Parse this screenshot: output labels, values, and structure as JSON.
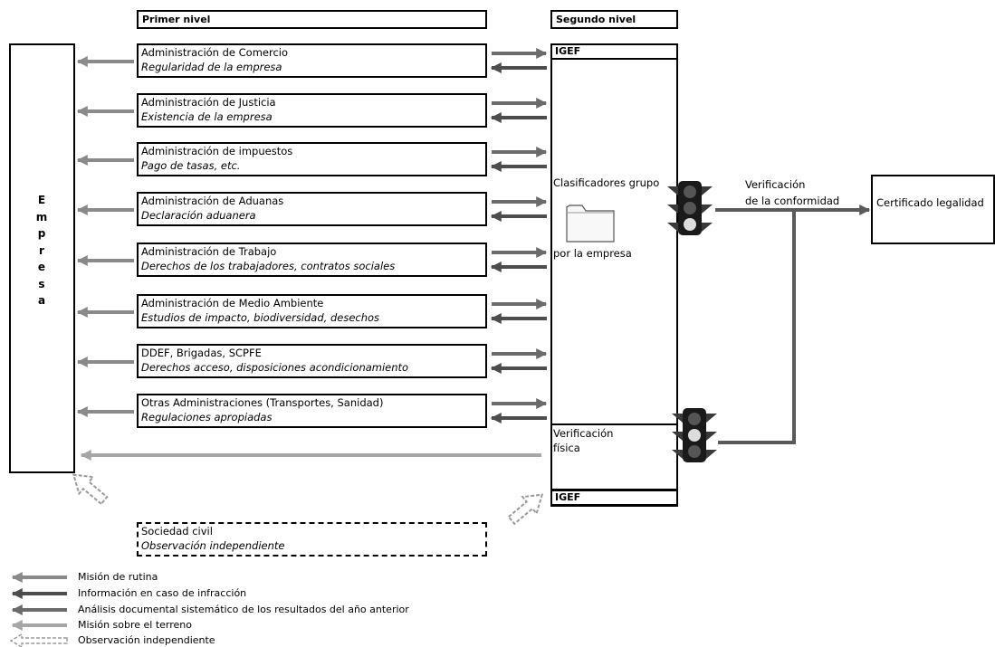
{
  "headers": {
    "primer": "Primer nivel",
    "segundo": "Segundo nivel"
  },
  "empresa_letters": [
    "E",
    "m",
    "p",
    "r",
    "e",
    "s",
    "a"
  ],
  "administrations": [
    {
      "title": "Administración de Comercio",
      "subtitle": "Regularidad de la empresa"
    },
    {
      "title": "Administración de Justicia",
      "subtitle": "Existencia de la empresa"
    },
    {
      "title": "Administración de impuestos",
      "subtitle": "Pago de tasas, etc."
    },
    {
      "title": "Administración de Aduanas",
      "subtitle": "Declaración aduanera"
    },
    {
      "title": "Administración de Trabajo",
      "subtitle": "Derechos de los trabajadores, contratos sociales"
    },
    {
      "title": "Administración de Medio Ambiente",
      "subtitle": "Estudios de impacto, biodiversidad, desechos"
    },
    {
      "title": "DDEF, Brigadas,  SCPFE",
      "subtitle": "Derechos acceso, disposiciones acondicionamiento"
    },
    {
      "title": "Otras  Administraciones (Transportes, Sanidad)",
      "subtitle": "Regulaciones apropiadas"
    }
  ],
  "second_level": {
    "igef_top": "IGEF",
    "igef_bottom": "IGEF",
    "clasificadores": "Clasificadores grupo",
    "por_empresa": "por la empresa",
    "verif_fisica_1": "Verificación",
    "verif_fisica_2": "física"
  },
  "verificacion": {
    "line1": "Verificación",
    "line2": "de la conformidad"
  },
  "certificado": "Certificado legalidad",
  "sociedad": {
    "title": "Sociedad civil",
    "subtitle": "Observación independiente"
  },
  "legend": [
    {
      "label": "Misión de rutina",
      "color": "#8a8a8a",
      "style": "solid"
    },
    {
      "label": "Información en caso de infracción",
      "color": "#4d4d4d",
      "style": "solid"
    },
    {
      "label": "Análisis documental sistemático de los resultados del año anterior",
      "color": "#6b6b6b",
      "style": "solid"
    },
    {
      "label": "Misión sobre el terreno",
      "color": "#a6a6a6",
      "style": "solid"
    },
    {
      "label": "Observación independiente",
      "color": "#9a9a9a",
      "style": "dashed"
    }
  ],
  "colors": {
    "routine": "#8a8a8a",
    "infraction": "#4d4d4d",
    "analysis": "#6b6b6b",
    "field": "#a6a6a6",
    "connector": "#5a5a5a"
  },
  "icons": {
    "traffic_light": "traffic-light-icon",
    "folder": "folder-icon"
  }
}
